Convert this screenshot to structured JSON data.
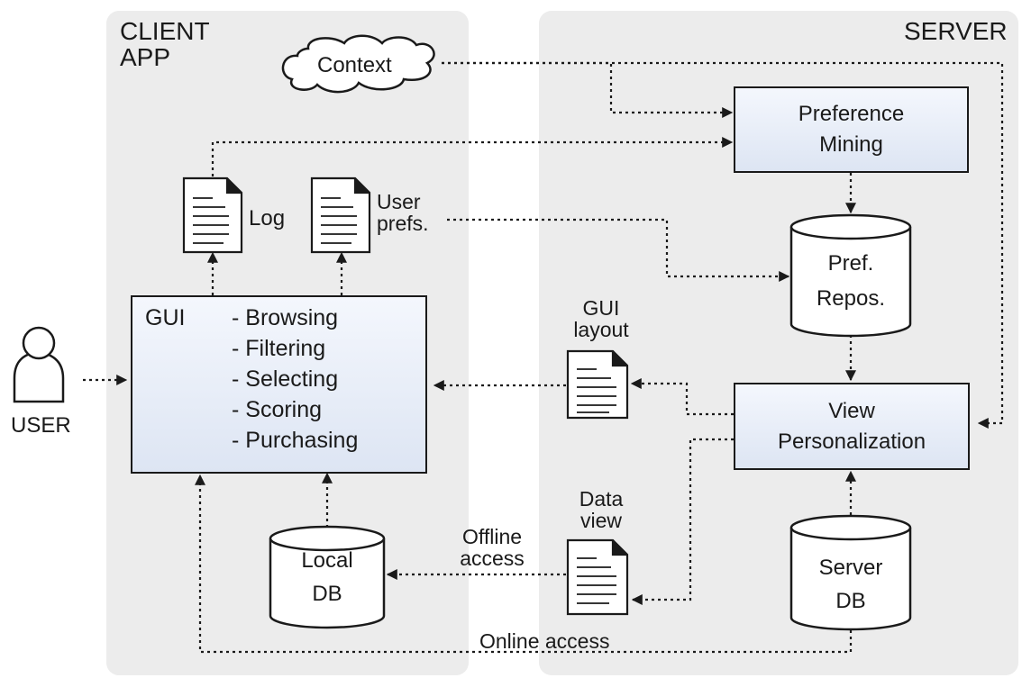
{
  "panels": {
    "client_title": [
      "CLIENT",
      "APP"
    ],
    "server_title": "SERVER",
    "user_label": "USER"
  },
  "nodes": {
    "context": "Context",
    "preference_mining": [
      "Preference",
      "Mining"
    ],
    "pref_repos": [
      "Pref.",
      "Repos."
    ],
    "view_personalization": [
      "View",
      "Personalization"
    ],
    "server_db": [
      "Server",
      "DB"
    ],
    "local_db": [
      "Local",
      "DB"
    ],
    "gui": {
      "title": "GUI",
      "items": [
        "- Browsing",
        "- Filtering",
        "- Selecting",
        "- Scoring",
        "- Purchasing"
      ]
    }
  },
  "documents": {
    "log": "Log",
    "user_prefs": [
      "User",
      "prefs."
    ],
    "gui_layout": [
      "GUI",
      "layout"
    ],
    "data_view": [
      "Data",
      "view"
    ]
  },
  "edge_labels": {
    "offline_access": [
      "Offline",
      "access"
    ],
    "online_access": "Online access"
  }
}
